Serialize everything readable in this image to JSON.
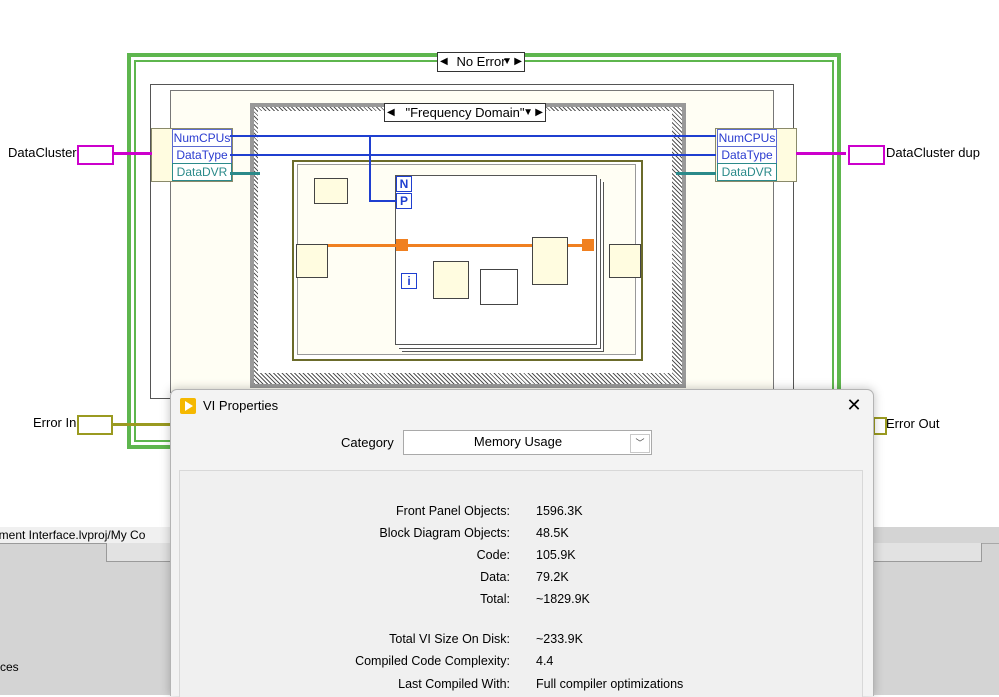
{
  "diagram": {
    "case_error_selector": "No Error",
    "case_freq_selector": "\"Frequency Domain\"",
    "left_terminal": "DataCluster",
    "right_terminal": "DataCluster dup",
    "error_in": "Error In",
    "error_out": "Error Out",
    "unbundle_fields": [
      "NumCPUs",
      "DataType",
      "DataDVR"
    ],
    "bundle_fields": [
      "NumCPUs",
      "DataType",
      "DataDVR"
    ],
    "loop_n": "N",
    "loop_p": "P",
    "loop_i": "i",
    "colors": {
      "error_case_border": "#5eb64e",
      "cluster_wire": "#cc00cc",
      "int_wire": "#1f3fd0",
      "dvr_wire": "#2b8a8a",
      "array_wire": "#f08020",
      "error_wire": "#9a9a20"
    }
  },
  "background_window": {
    "path_text": "ument Interface.lvproj/My Co",
    "fragment_text": "ces"
  },
  "dialog": {
    "title": "VI Properties",
    "close_label": "✕",
    "category_label": "Category",
    "category_value": "Memory Usage",
    "rows": [
      {
        "label": "Front Panel Objects:",
        "value": "1596.3K"
      },
      {
        "label": "Block Diagram Objects:",
        "value": "48.5K"
      },
      {
        "label": "Code:",
        "value": "105.9K"
      },
      {
        "label": "Data:",
        "value": "79.2K"
      },
      {
        "label": "Total:",
        "value": "~1829.9K"
      }
    ],
    "rows2": [
      {
        "label": "Total VI Size On Disk:",
        "value": "~233.9K"
      },
      {
        "label": "Compiled Code Complexity:",
        "value": "4.4"
      },
      {
        "label": "Last Compiled With:",
        "value": "Full compiler optimizations"
      }
    ]
  }
}
